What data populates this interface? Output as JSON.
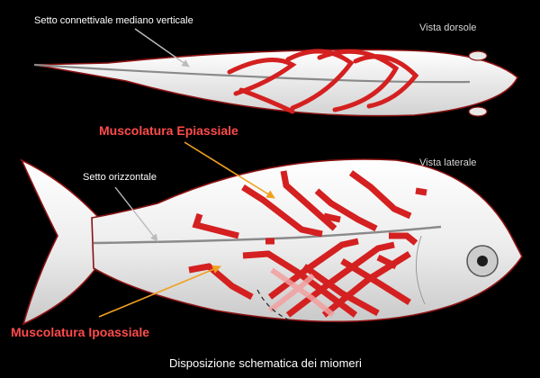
{
  "labels": {
    "vertical_septum": "Setto connettivale mediano verticale",
    "dorsal_view": "Vista dorsole",
    "epaxial": "Muscolatura Epiassiale",
    "horizontal_septum": "Setto orizzontale",
    "lateral_view": "Vista laterale",
    "hypaxial": "Muscolatura Ipoassiale",
    "caption": "Disposizione schematica dei miomeri"
  },
  "colors": {
    "background": "#000000",
    "body_fill": "#efefef",
    "outline": "#8a1212",
    "muscle": "#d42020",
    "septum": "#8a8a8a",
    "pointer_white": "#bbbbbb",
    "pointer_orange": "#f0a020",
    "label_red": "#ff4b4b"
  }
}
